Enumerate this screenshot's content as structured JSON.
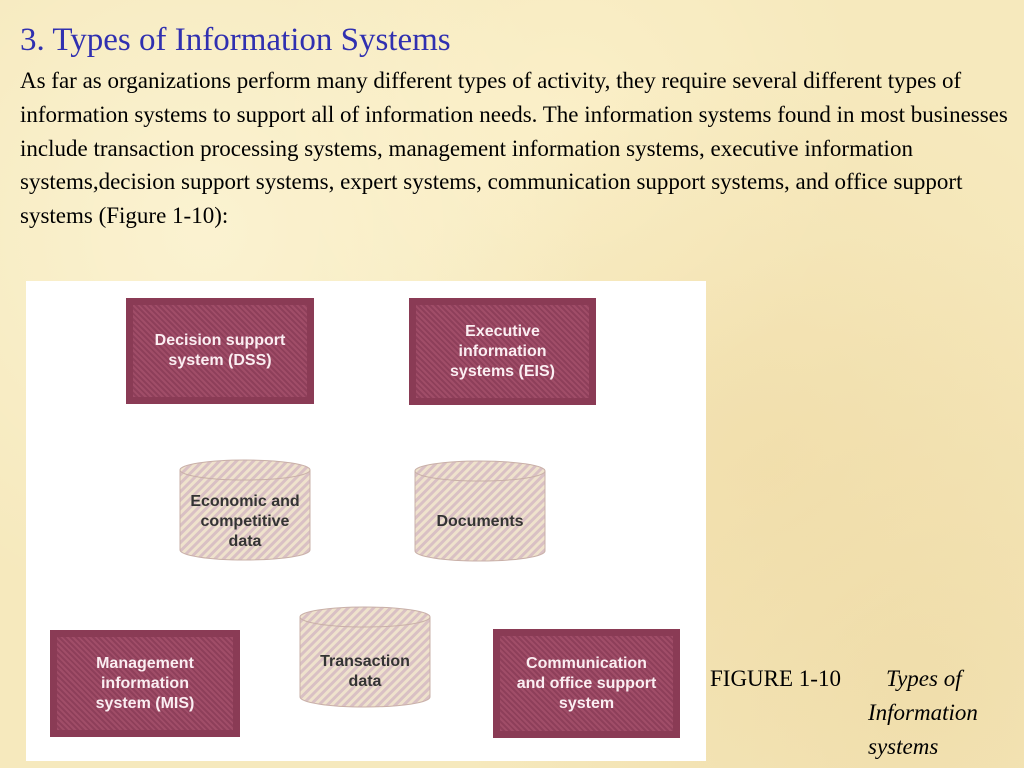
{
  "heading": "3. Types of Information Systems",
  "paragraph": "As far as organizations perform many different types of activity, they require several different types of information systems to support all of information needs. The information systems found in most businesses include transaction processing systems, management information systems, executive information systems,decision support systems, expert systems, communication support systems, and office support systems (Figure 1-10):",
  "figure": {
    "boxes": {
      "dss": "Decision support\nsystem (DSS)",
      "eis": "Executive\ninformation\nsystems (EIS)",
      "mis": "Management\ninformation\nsystem (MIS)",
      "cos": "Communication\nand office support\nsystem"
    },
    "cylinders": {
      "econ": "Economic and\ncompetitive\ndata",
      "docs": "Documents",
      "trans": "Transaction\ndata"
    },
    "colors": {
      "box": "#8a3b55",
      "cylinder": "#e8d7c0"
    }
  },
  "caption": {
    "label": "FIGURE 1-10",
    "title_line1": "Types of",
    "title_line2": "Information",
    "title_line3": "systems"
  }
}
